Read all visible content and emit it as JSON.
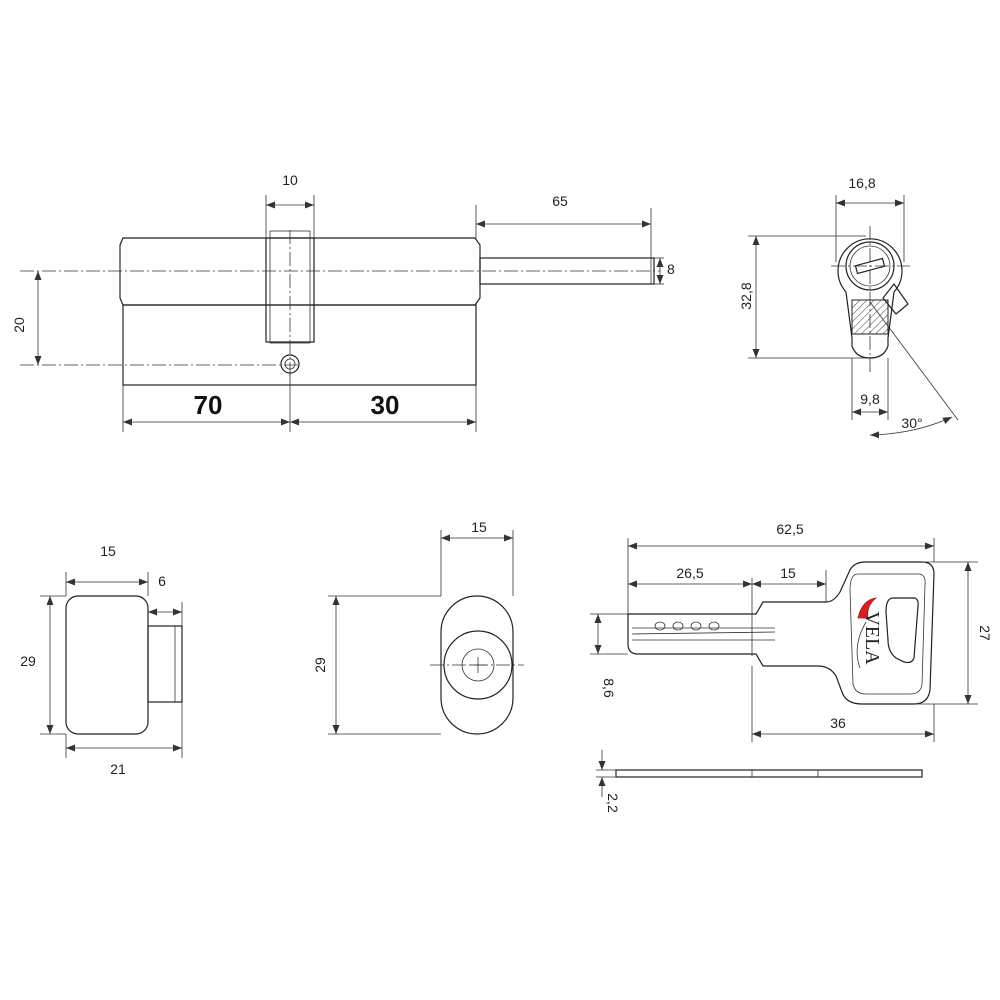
{
  "labels": {
    "cam_width": "10",
    "shaft_length": "65",
    "shaft_dia": "8",
    "offset_height": "20",
    "length_left": "70",
    "length_right": "30",
    "profile_width": "16,8",
    "profile_height": "32,8",
    "profile_bottom": "9,8",
    "cam_angle": "30°",
    "knob_width": "15",
    "knob_stem": "6",
    "knob_height": "29",
    "knob_total": "21",
    "rosette_width": "15",
    "rosette_height": "29",
    "key_total": "62,5",
    "key_blade": "26,5",
    "key_collar": "15",
    "key_head_height": "27",
    "key_blade_height": "8,6",
    "key_head_length": "36",
    "key_thickness": "2,2"
  },
  "brand": {
    "name": "VELA",
    "accent_color": "#d42020"
  }
}
